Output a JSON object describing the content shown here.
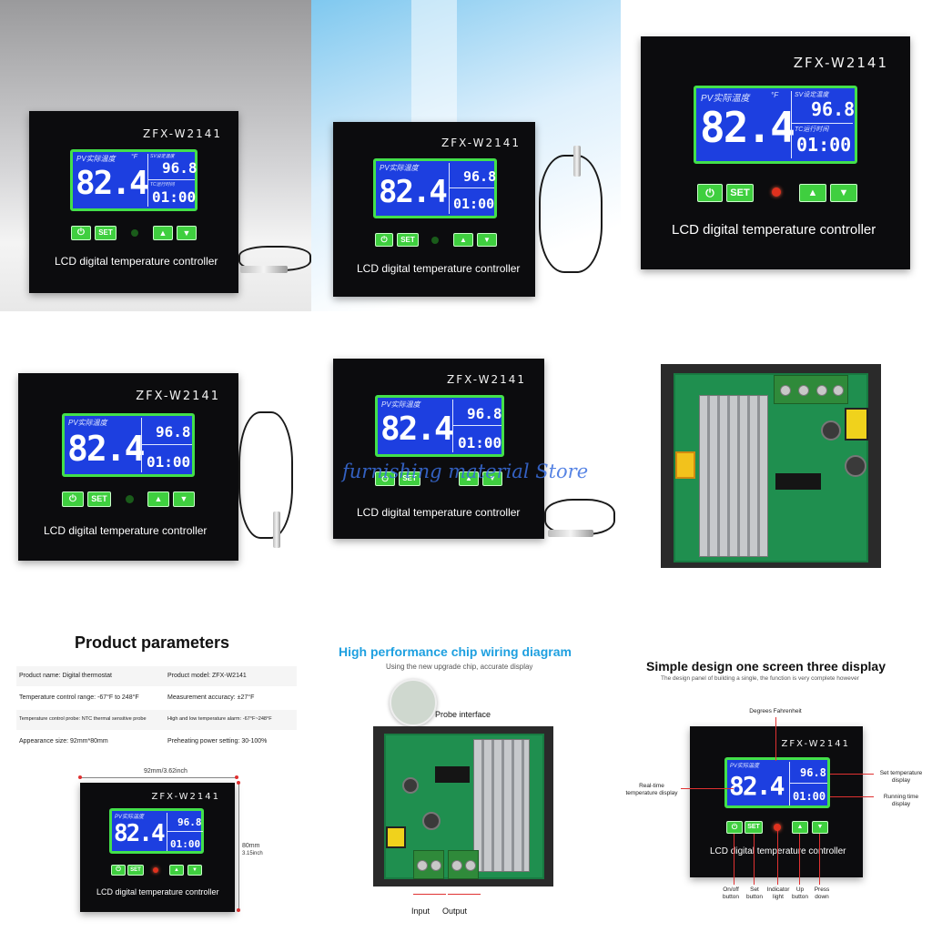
{
  "device": {
    "model": "ZFX-W2141",
    "pv_label": "PV实际温度",
    "unit": "°F",
    "pv_value": "82.4",
    "sv_label": "SV设定温度",
    "sv_value": "96.8",
    "tc_label": "TC运行时间",
    "tc_value": "01:00",
    "set_label": "SET",
    "caption": "LCD digital temperature controller"
  },
  "watermark": "furnishing material Store",
  "params": {
    "title": "Product parameters",
    "rows": [
      [
        "Product name: Digital thermostat",
        "Product model: ZFX-W2141"
      ],
      [
        "Temperature control range: -67°F to 248°F",
        "Measurement accuracy: ±27°F"
      ],
      [
        "Temperature control probe: NTC thermal sensitive probe",
        "High and low temperature alarm: -67°F~248°F"
      ],
      [
        "Appearance size: 92mm*80mm",
        "Preheating power setting: 30-100%"
      ]
    ],
    "width": "92mm/3.62inch",
    "height_mm": "80mm",
    "height_in": "3.15inch"
  },
  "wiring": {
    "title": "High performance chip wiring diagram",
    "subtitle": "Using the new upgrade chip, accurate display",
    "probe": "Probe interface",
    "input": "Input",
    "output": "Output"
  },
  "simple": {
    "title": "Simple design one screen three display",
    "subtitle": "The design panel of building a single, the function is very complete however",
    "degrees": "Degrees Fahrenheit",
    "realtime": "Real-time temperature display",
    "settemp": "Set temperature display",
    "runtime": "Running time display",
    "onoff": "On/off button",
    "set": "Set button",
    "indicator": "Indicator light",
    "up": "Up button",
    "down": "Press down"
  },
  "colors": {
    "lcd": "#1d3fe0",
    "lcd_border": "#43e04a",
    "button": "#3fcf3f",
    "title_blue": "#1ea0e0"
  }
}
